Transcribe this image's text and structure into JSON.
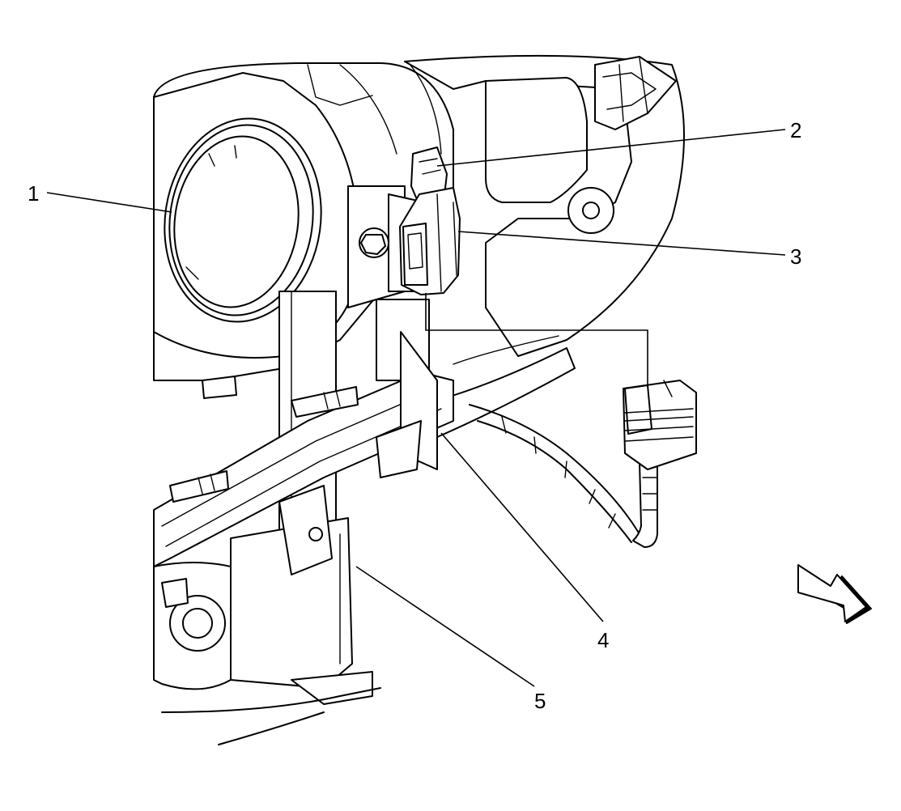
{
  "diagram": {
    "callouts": [
      {
        "id": "1",
        "label": "1"
      },
      {
        "id": "2",
        "label": "2"
      },
      {
        "id": "3",
        "label": "3"
      },
      {
        "id": "4",
        "label": "4"
      },
      {
        "id": "5",
        "label": "5"
      }
    ],
    "icons": {
      "direction": "forward-arrow-icon"
    },
    "colors": {
      "line": "#000000",
      "background": "#ffffff"
    }
  }
}
